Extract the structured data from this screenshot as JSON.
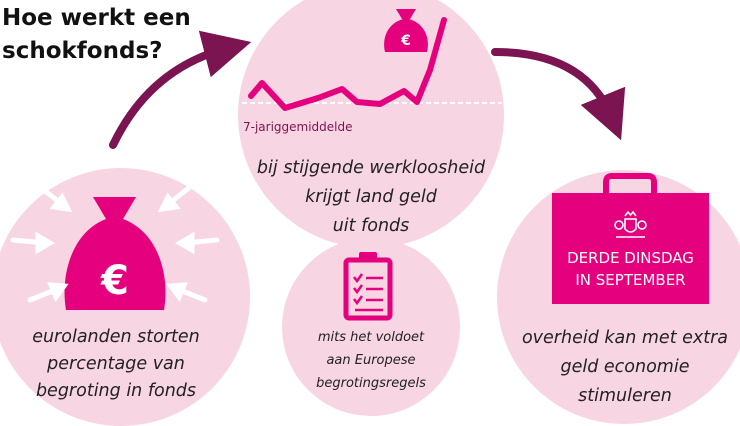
{
  "title": {
    "line1": "Hoe werkt een",
    "line2": "schokfonds?"
  },
  "step1": {
    "line1": "eurolanden storten",
    "line2": "percentage van",
    "line3": "begroting in fonds"
  },
  "step2": {
    "line1": "bij stijgende werkloosheid",
    "line2": "krijgt land geld",
    "line3": "uit fonds",
    "avg_label": "7-jariggemiddelde"
  },
  "condition": {
    "line1": "mits het voldoet",
    "line2": "aan Europese",
    "line3": "begrotingsregels"
  },
  "step3": {
    "case_line1": "DERDE DINSDAG",
    "case_line2": "IN SEPTEMBER",
    "line1": "overheid kan met extra",
    "line2": "geld economie",
    "line3": "stimuleren"
  },
  "icons": {
    "money_bag": "euro-money-bag-icon",
    "clipboard": "checklist-clipboard-icon",
    "briefcase": "budget-briefcase-icon"
  },
  "colors": {
    "circle_fill": "#f8d5e2",
    "magenta": "#e5007d",
    "arrow": "#7b1450",
    "avg_line": "#ffffff"
  }
}
